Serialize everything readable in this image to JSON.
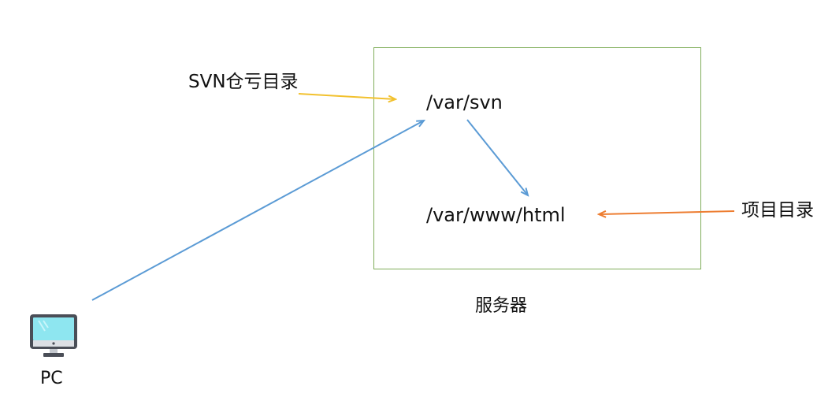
{
  "server": {
    "svn_path": "/var/svn",
    "html_path": "/var/www/html",
    "caption": "服务器"
  },
  "labels": {
    "svn_repo": "SVN仓亏目录",
    "project_dir": "项目目录"
  },
  "pc": {
    "caption": "PC",
    "icon": "desktop-monitor-icon"
  },
  "colors": {
    "server_border": "#7fad5a",
    "blue_arrow": "#5b9bd5",
    "yellow_arrow": "#f2c12e",
    "orange_arrow": "#ed7d31",
    "screen": "#8ee6f0",
    "monitor_frame": "#4a4e57"
  }
}
